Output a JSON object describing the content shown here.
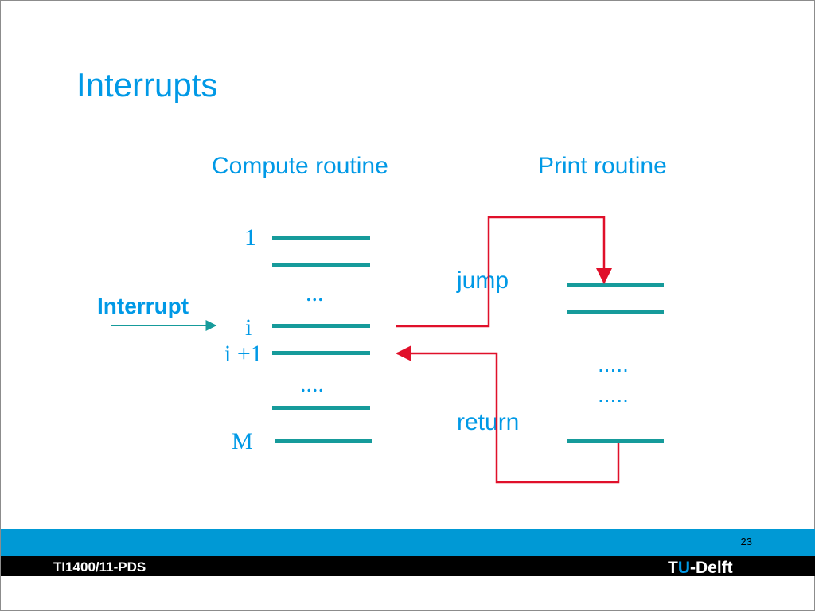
{
  "slide": {
    "title": "Interrupts",
    "compute_heading": "Compute routine",
    "print_heading": "Print routine",
    "compute_labels": {
      "one": "1",
      "dots1": "...",
      "i": "i",
      "i_plus_1": "i +1",
      "dots2": "....",
      "m": "M"
    },
    "interrupt_label": "Interrupt",
    "jump_label": "jump",
    "return_label": "return",
    "print_dots1": ".....",
    "print_dots2": ".....",
    "page_number": "23",
    "course_code": "TI1400/11-PDS",
    "logo": {
      "t": "T",
      "u": "U",
      "rest": "-Delft"
    }
  },
  "colors": {
    "accent_blue": "#0099e6",
    "instruction_bar": "#169b9b",
    "arrow_red": "#e0102a",
    "footer_blue": "#0099d5",
    "footer_black": "#000000"
  }
}
